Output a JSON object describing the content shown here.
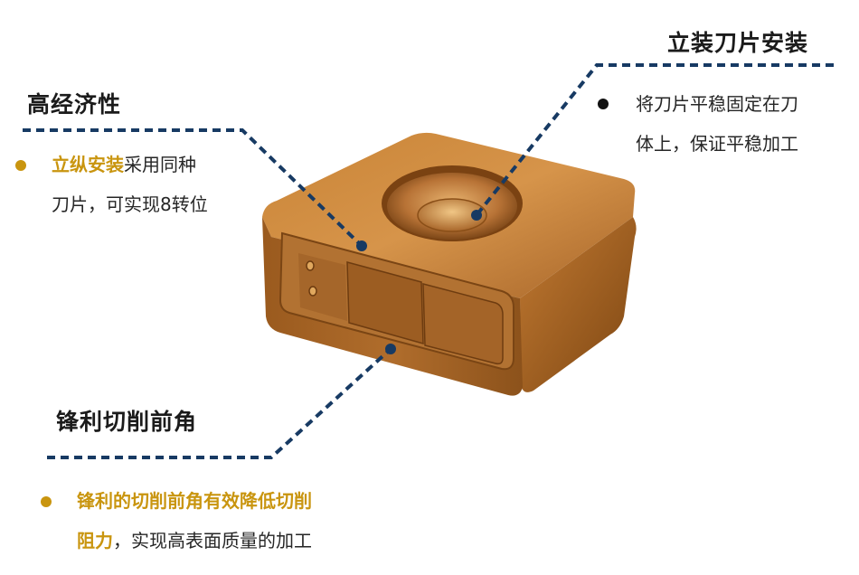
{
  "colors": {
    "accent": "#c9950f",
    "line": "#173a63",
    "bullet_dark": "#111111",
    "insert": "#b8702a"
  },
  "top_right": {
    "title": "立装刀片安装",
    "line1": "将刀片平稳固定在刀",
    "line2": "体上，保证平稳加工"
  },
  "left_upper": {
    "title": "高经济性",
    "highlight": "立纵安装",
    "line1_rest": "采用同种",
    "line2": "刀片，可实现8转位"
  },
  "bottom": {
    "title": "锋利切削前角",
    "highlight1": "锋利的切削前角有效降低切削",
    "highlight2": "阻力",
    "line2_rest": "，实现高表面质量的加工"
  },
  "image": {
    "icon": "cutting-insert-illustration"
  }
}
